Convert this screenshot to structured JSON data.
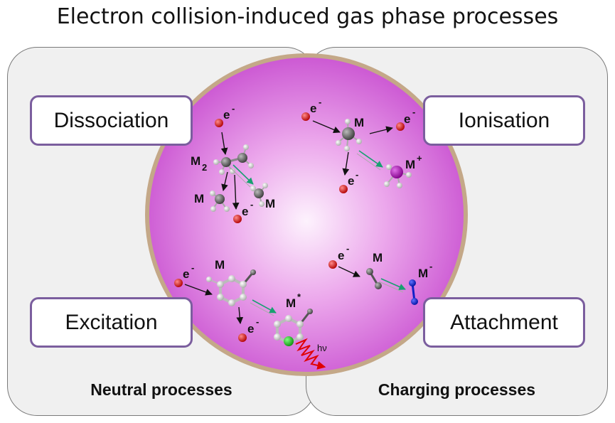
{
  "title": "Electron collision-induced gas phase processes",
  "panels": {
    "left_label": "Neutral processes",
    "right_label": "Charging processes"
  },
  "processes": {
    "dissociation": "Dissociation",
    "ionisation": "Ionisation",
    "excitation": "Excitation",
    "attachment": "Attachment"
  },
  "labels": {
    "electron": "e",
    "minus": "-",
    "plus": "+",
    "star": "*",
    "molecule": "M",
    "dimer_sub": "2",
    "photon": "hν"
  },
  "colors": {
    "sphere_light": "#fbeafb",
    "sphere_dark": "#d060d8",
    "sphere_rim": "#c4a888",
    "box_border": "#7b5e9e",
    "electron": "#d20000",
    "ion": "#a000a8",
    "anion": "#1020c8",
    "excited_atom": "#20c020",
    "reaction_arrow": "#18a070",
    "photon": "#e00000"
  }
}
